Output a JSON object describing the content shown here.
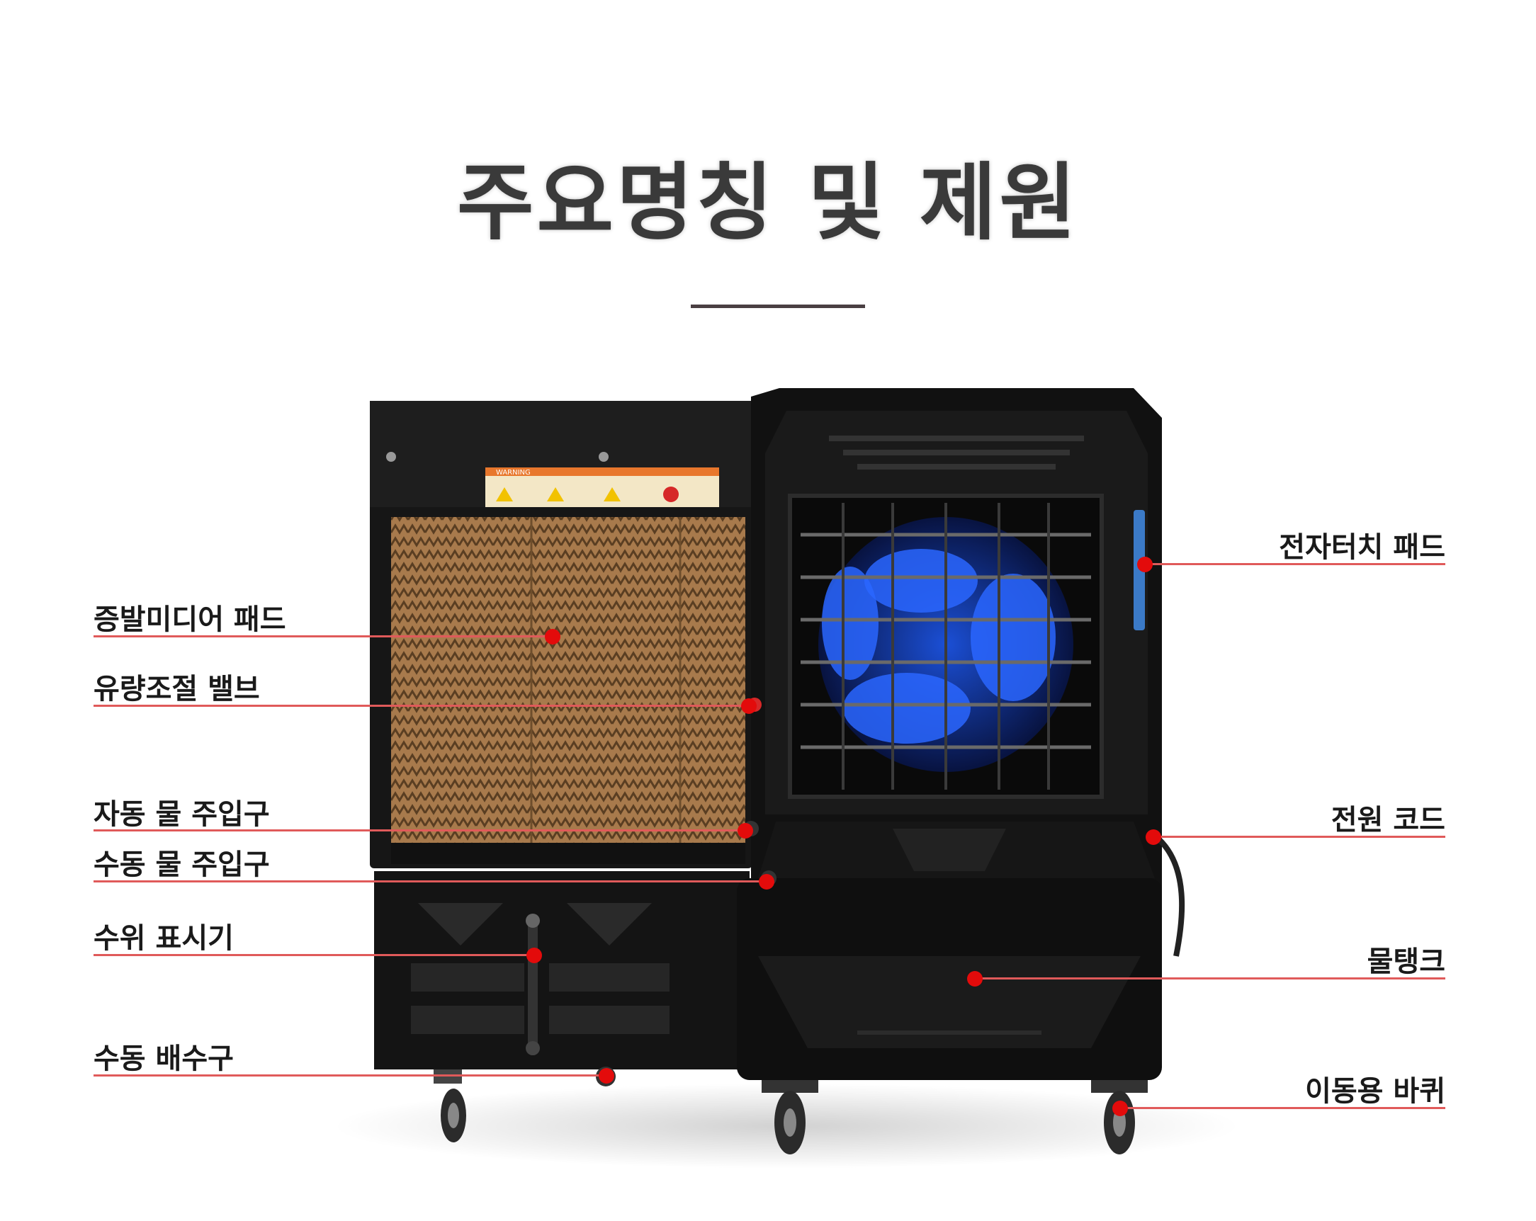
{
  "title": "주요명칭 및 제원",
  "colors": {
    "accent_line": "#e05a5a",
    "dot": "#e30b0b",
    "title": "#3a3a3a"
  },
  "warning_label": "WARNING",
  "labels": {
    "evaporative_pad": "증발미디어 패드",
    "flow_valve": "유량조절 밸브",
    "auto_inlet": "자동 물 주입구",
    "manual_inlet": "수동 물 주입구",
    "level_indicator": "수위 표시기",
    "manual_drain": "수동 배수구",
    "touch_pad": "전자터치 패드",
    "power_cord": "전원 코드",
    "water_tank": "물탱크",
    "casters": "이동용 바퀴"
  }
}
